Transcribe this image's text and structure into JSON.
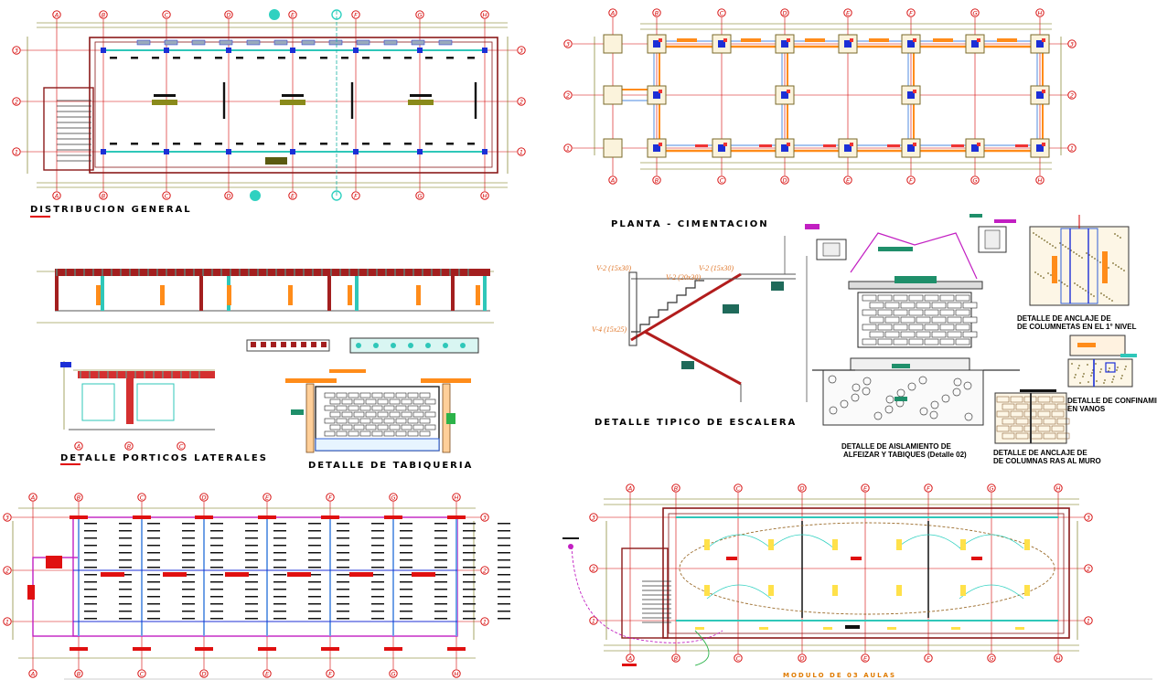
{
  "titles": {
    "distribucion": "DISTRIBUCION GENERAL",
    "cimentacion": "PLANTA - CIMENTACION",
    "portico": "DETALLE PORTICOS LATERALES",
    "tabiqueria": "DETALLE DE TABIQUERIA",
    "escalera": "DETALLE TIPICO DE ESCALERA",
    "modulo": "MODULO DE 03 AULAS"
  },
  "notes": {
    "aislamiento": [
      "DETALLE  DE AISLAMIENTO DE",
      "ALFEIZAR Y TABIQUES (Detalle 02)"
    ],
    "anclaje_columnetas": [
      "DETALLE DE ANCLAJE DE",
      "DE COLUMNETAS EN EL 1° NIVEL"
    ],
    "confinamiento": [
      "DETALLE DE CONFINAMIEN",
      "EN VANOS"
    ],
    "anclaje_columnas": [
      "DETALLE DE ANCLAJE DE",
      "DE COLUMNAS RAS AL MURO"
    ]
  },
  "stair_beams": [
    "V-2 (15x30)",
    "V-2 (15x30)",
    "V-2 (20x30)",
    "V-4 (15x25)"
  ],
  "axis_letters": [
    "A",
    "B",
    "C",
    "D",
    "E",
    "F",
    "G",
    "H"
  ],
  "axis_numbers": [
    "3",
    "2",
    "1"
  ],
  "colors": {
    "axis": "#d40000",
    "wall": "#8b1a1a",
    "beam": "#ff8c1a",
    "column": "#1c2fd6",
    "dim": "#6b6b00",
    "glass": "#2fc7b9",
    "detail_green": "#1f8f6a",
    "magenta": "#c21fc2",
    "dark": "#2a2a2a"
  }
}
